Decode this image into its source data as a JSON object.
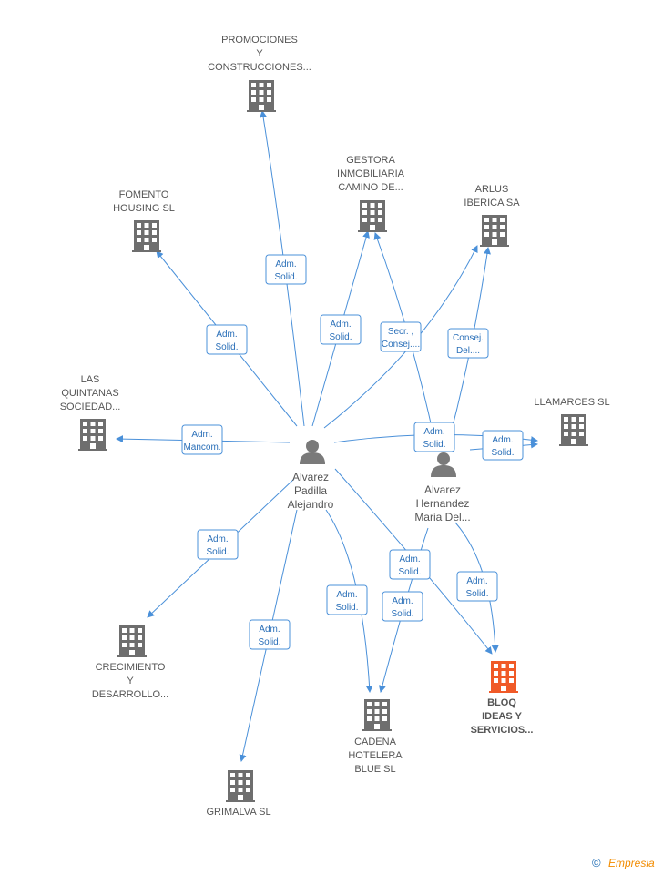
{
  "colors": {
    "edge": "#4a90d9",
    "badge_text": "#2a6fb8",
    "building": "#6e6e6e",
    "building_highlight": "#f05a28",
    "person": "#7a7a7a",
    "label": "#555555"
  },
  "persons": [
    {
      "id": "p1",
      "lines": [
        "Alvarez",
        "Padilla",
        "Alejandro"
      ],
      "icon": "person-icon"
    },
    {
      "id": "p2",
      "lines": [
        "Alvarez",
        "Hernandez",
        "Maria Del..."
      ],
      "icon": "person-icon"
    }
  ],
  "companies": [
    {
      "id": "c1",
      "lines": [
        "PROMOCIONES",
        "Y",
        "CONSTRUCCIONES..."
      ],
      "icon": "building-icon"
    },
    {
      "id": "c2",
      "lines": [
        "GESTORA",
        "INMOBILIARIA",
        "CAMINO DE..."
      ],
      "icon": "building-icon"
    },
    {
      "id": "c3",
      "lines": [
        "ARLUS",
        "IBERICA SA"
      ],
      "icon": "building-icon"
    },
    {
      "id": "c4",
      "lines": [
        "FOMENTO",
        "HOUSING SL"
      ],
      "icon": "building-icon"
    },
    {
      "id": "c5",
      "lines": [
        "LAS",
        "QUINTANAS",
        "SOCIEDAD..."
      ],
      "icon": "building-icon"
    },
    {
      "id": "c6",
      "lines": [
        "LLAMARCES SL"
      ],
      "icon": "building-icon"
    },
    {
      "id": "c7",
      "lines": [
        "CRECIMIENTO",
        "Y",
        "DESARROLLO..."
      ],
      "icon": "building-icon"
    },
    {
      "id": "c8",
      "lines": [
        "CADENA",
        "HOTELERA",
        "BLUE SL"
      ],
      "icon": "building-icon"
    },
    {
      "id": "c9",
      "lines": [
        "GRIMALVA SL"
      ],
      "icon": "building-icon"
    },
    {
      "id": "c10",
      "lines": [
        "BLOQ",
        "IDEAS Y",
        "SERVICIOS..."
      ],
      "icon": "building-icon",
      "highlight": true
    }
  ],
  "edges": [
    {
      "from": "p1",
      "to": "c1",
      "label": [
        "Adm.",
        "Solid."
      ]
    },
    {
      "from": "p1",
      "to": "c2",
      "label": [
        "Adm.",
        "Solid."
      ]
    },
    {
      "from": "p1",
      "to": "c3",
      "label": [
        "Secr. ,",
        "Consej...."
      ]
    },
    {
      "from": "p1",
      "to": "c4",
      "label": [
        "Adm.",
        "Solid."
      ]
    },
    {
      "from": "p1",
      "to": "c5",
      "label": [
        "Adm.",
        "Mancom."
      ]
    },
    {
      "from": "p1",
      "to": "c6",
      "label": [
        "Adm.",
        "Solid."
      ]
    },
    {
      "from": "p1",
      "to": "c7",
      "label": [
        "Adm.",
        "Solid."
      ]
    },
    {
      "from": "p1",
      "to": "c8",
      "label": [
        "Adm.",
        "Solid."
      ]
    },
    {
      "from": "p1",
      "to": "c9",
      "label": [
        "Adm.",
        "Solid."
      ]
    },
    {
      "from": "p1",
      "to": "c10",
      "label": [
        "Adm.",
        "Solid."
      ]
    },
    {
      "from": "p2",
      "to": "c2",
      "label": []
    },
    {
      "from": "p2",
      "to": "c3",
      "label": [
        "Consej.",
        "Del...."
      ]
    },
    {
      "from": "p2",
      "to": "c6",
      "label": [
        "Adm.",
        "Solid."
      ]
    },
    {
      "from": "p2",
      "to": "c8",
      "label": [
        "Adm.",
        "Solid."
      ]
    },
    {
      "from": "p2",
      "to": "c10",
      "label": [
        "Adm.",
        "Solid."
      ]
    }
  ],
  "footer": {
    "copyright": "©",
    "brand": "Empresia"
  }
}
